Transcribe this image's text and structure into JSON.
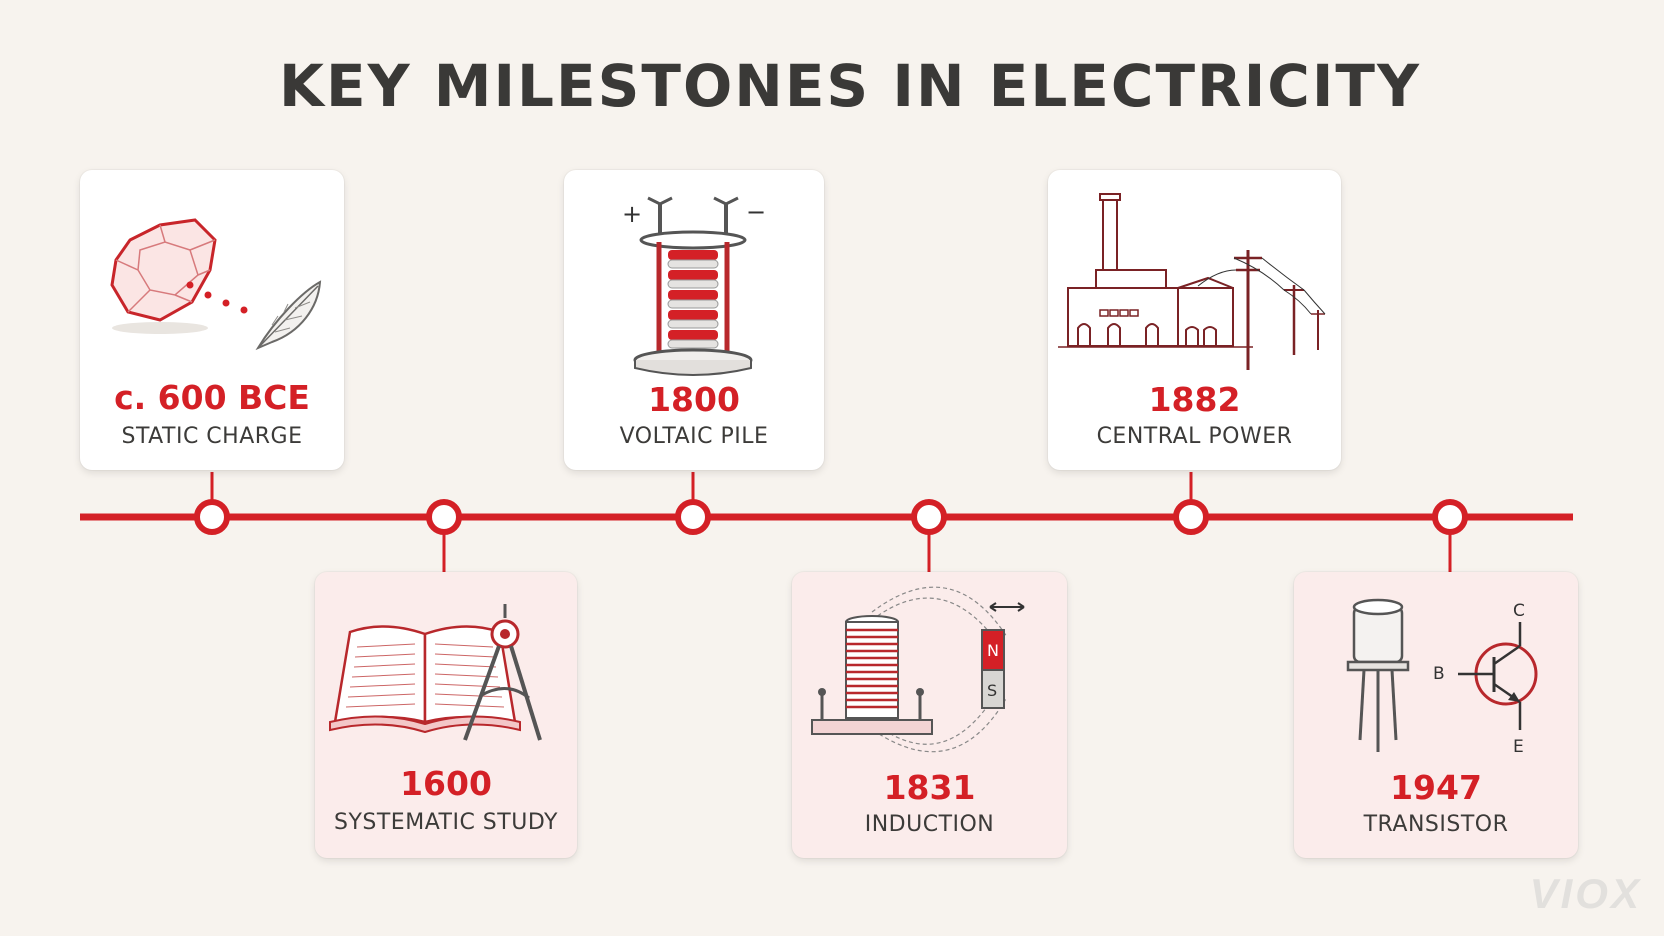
{
  "title": "KEY MILESTONES IN ELECTRICITY",
  "accent_color": "#d42026",
  "milestones": [
    {
      "year": "c. 600 BCE",
      "label": "STATIC CHARGE",
      "icon": "amber-feather-icon",
      "position": "top"
    },
    {
      "year": "1600",
      "label": "SYSTEMATIC STUDY",
      "icon": "book-compass-icon",
      "position": "bottom"
    },
    {
      "year": "1800",
      "label": "VOLTAIC PILE",
      "icon": "voltaic-pile-icon",
      "position": "top"
    },
    {
      "year": "1831",
      "label": "INDUCTION",
      "icon": "coil-magnet-icon",
      "position": "bottom"
    },
    {
      "year": "1882",
      "label": "CENTRAL POWER",
      "icon": "power-station-icon",
      "position": "top"
    },
    {
      "year": "1947",
      "label": "TRANSISTOR",
      "icon": "transistor-icon",
      "position": "bottom"
    }
  ],
  "icon_labels": {
    "plus": "+",
    "minus": "−",
    "north": "N",
    "south": "S",
    "collector": "C",
    "base": "B",
    "emitter": "E"
  },
  "logo": "VIOX"
}
